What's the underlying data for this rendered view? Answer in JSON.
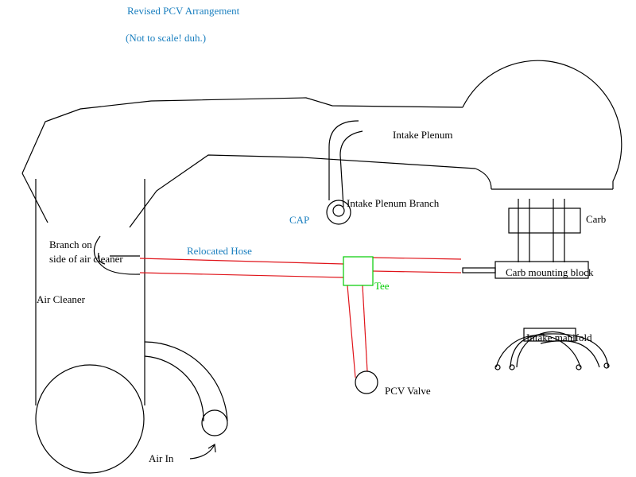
{
  "title": "Revised PCV Arrangement",
  "subtitle": "(Not to scale! duh.)",
  "labels": {
    "intake_plenum": "Intake Plenum",
    "intake_plenum_branch": "Intake Plenum Branch",
    "cap": "CAP",
    "carb": "Carb",
    "carb_mounting_block": "Carb mounting block",
    "branch_line1": "Branch on",
    "branch_line2": "side of air cleaner",
    "relocated_hose": "Relocated Hose",
    "tee": "Tee",
    "air_cleaner": "Air Cleaner",
    "intake_manifold": "Intake manifold",
    "pcv_valve": "PCV Valve",
    "air_in": "Air In"
  },
  "colors": {
    "heading": "#1a7fbf",
    "hose": "#e0141a",
    "tee": "#00cc00",
    "outline": "#000000"
  }
}
